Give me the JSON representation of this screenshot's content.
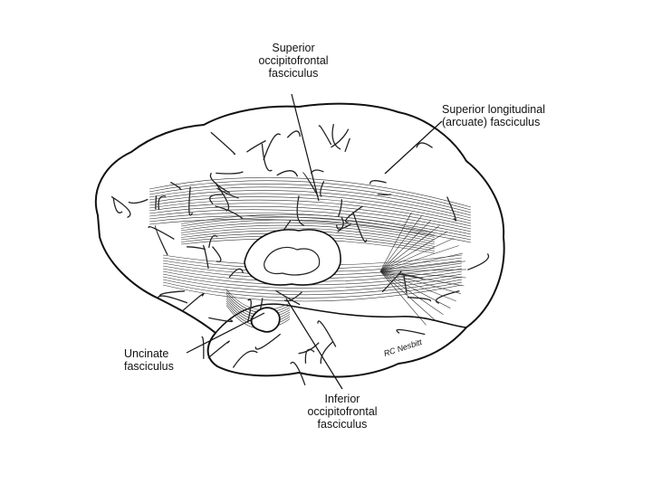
{
  "labels": {
    "sof": [
      "Superior",
      "occipitofrontal",
      "fasciculus"
    ],
    "slf": [
      "Superior longitudinal",
      "(arcuate) fasciculus"
    ],
    "unc": [
      "Uncinate",
      "fasciculus"
    ],
    "iof": [
      "Inferior",
      "occipitofrontal",
      "fasciculus"
    ]
  },
  "signature": "RC Nesbitt"
}
